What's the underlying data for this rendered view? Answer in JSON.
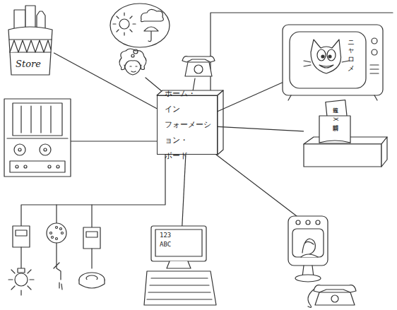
{
  "diagram": {
    "nodes": [
      {
        "text": [
          "ホーム・イン フォーメーシ ョン・ボード"
        ]
      },
      {
        "text": [
          "Store"
        ]
      },
      {
        "text": [
          "ニャロメ"
        ]
      },
      {
        "text": [
          "速報",
          "X日新聞"
        ]
      },
      {
        "text": [
          "123",
          "ABC"
        ]
      }
    ],
    "edges": [
      {
        "from": 0,
        "to": 1,
        "arrow": "none"
      },
      {
        "from": 0,
        "to": 2,
        "arrow": "none"
      },
      {
        "from": 0,
        "to": 3,
        "arrow": "none"
      },
      {
        "from": 0,
        "to": 4,
        "arrow": "none"
      }
    ]
  }
}
